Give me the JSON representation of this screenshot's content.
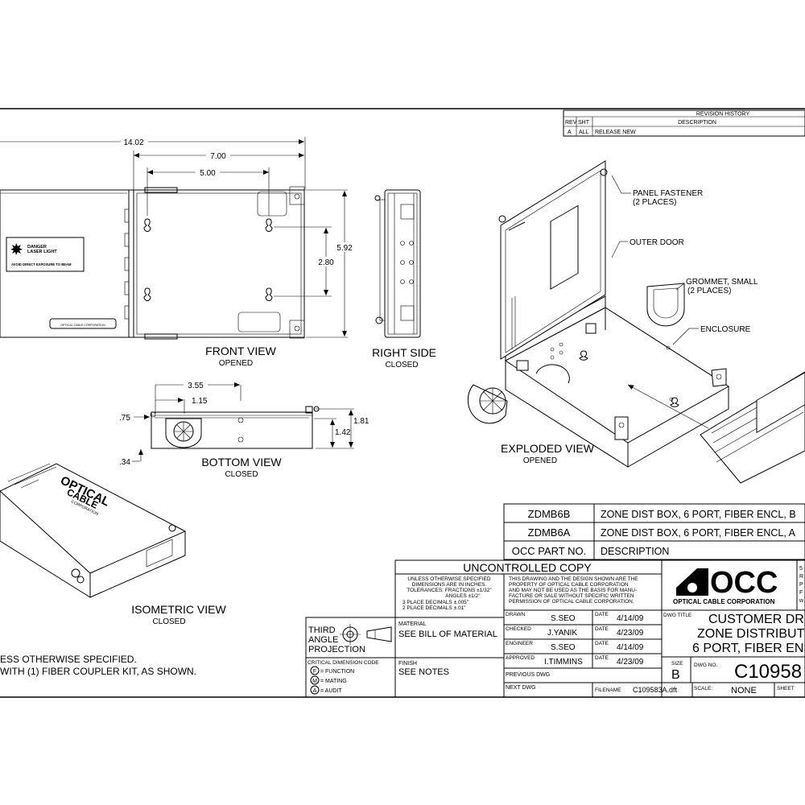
{
  "revision": {
    "title": "REVISION HISTORY",
    "col_rev": "REV",
    "col_sht": "SHT",
    "col_desc": "DESCRIPTION",
    "rows": [
      {
        "rev": "A",
        "sht": "ALL",
        "desc": "RELEASE NEW"
      }
    ]
  },
  "dims": {
    "d1402": "14.02",
    "d700": "7.00",
    "d500": "5.00",
    "d592": "5.92",
    "d280": "2.80",
    "d355": "3.55",
    "d115": "1.15",
    "d075": ".75",
    "d181": "1.81",
    "d142": "1.42",
    "d034": ".34"
  },
  "views": {
    "front": "FRONT VIEW",
    "front_sub": "OPENED",
    "right": "RIGHT SIDE",
    "right_sub": "CLOSED",
    "bottom": "BOTTOM VIEW",
    "bottom_sub": "CLOSED",
    "exploded": "EXPLODED VIEW",
    "exploded_sub": "OPENED",
    "iso": "ISOMETRIC VIEW",
    "iso_sub": "CLOSED"
  },
  "label": {
    "danger1": "DANGER",
    "danger2": "LASER LIGHT",
    "warning": "AVOID DIRECT EXPOSURE TO BEAM",
    "small_plate": "OPTICAL CABLE CORPORATION"
  },
  "callouts": {
    "panel1": "PANEL FASTENER",
    "panel2": "(2 PLACES)",
    "outer_door": "OUTER DOOR",
    "grommet1": "GROMMET, SMALL",
    "grommet2": "(2 PLACES)",
    "enclosure": "ENCLOSURE"
  },
  "iso_logo": {
    "line1": "OPTICAL",
    "line2": "CABLE",
    "line3": "CORPORATION"
  },
  "notes": {
    "n1": "ESS OTHERWISE SPECIFIED.",
    "n2": "WITH (1) FIBER COUPLER KIT, AS SHOWN."
  },
  "parts": {
    "rows": [
      {
        "pn": "ZDMB6B",
        "desc": "ZONE DIST BOX, 6 PORT, FIBER ENCL, B"
      },
      {
        "pn": "ZDMB6A",
        "desc": "ZONE DIST BOX, 6 PORT, FIBER ENCL, A"
      },
      {
        "pn": "OCC PART NO.",
        "desc": "DESCRIPTION"
      }
    ]
  },
  "title_block": {
    "uncontrolled": "UNCONTROLLED COPY",
    "tol": [
      "UNLESS OTHERWISE SPECIFIED",
      "DIMENSIONS ARE IN INCHES.",
      "TOLERANCES: FRACTIONS ±1/32\"",
      "ANGLES ±1/2°",
      "3 PLACE DECIMALS ±.005\"",
      "2 PLACE DECIMALS ±.01\""
    ],
    "prop": [
      "THIS DRAWING AND THE DESIGN SHOWN ARE THE",
      "PROPERTY OF OPTICAL CABLE CORPORATION",
      "AND MAY NOT BE USED AS THE BASIS FOR MANU-",
      "FACTURE OR SALE WITHOUT SPECIFIC WRITTEN",
      "PERMISSION OF OPTICAL CABLE CORPORATION."
    ],
    "third": "THIRD",
    "angle": "ANGLE",
    "projection": "PROJECTION",
    "material_label": "MATERIAL",
    "material": "SEE BILL OF MATERIAL",
    "finish_label": "FINISH",
    "finish": "SEE NOTES",
    "crit": "CRITICAL DIMENSION CODE",
    "crit_f": "= FUNCTION",
    "crit_m": "= MATING",
    "crit_a": "= AUDIT",
    "sigs": [
      {
        "role": "DRAWN",
        "name": "S.SEO",
        "date_label": "DATE",
        "date": "4/14/09"
      },
      {
        "role": "CHECKED",
        "name": "J.YANIK",
        "date_label": "DATE",
        "date": "4/23/09"
      },
      {
        "role": "ENGINEER",
        "name": "S.SEO",
        "date_label": "DATE",
        "date": "4/14/09"
      },
      {
        "role": "APPROVED",
        "name": "I.TIMMINS",
        "date_label": "DATE",
        "date": "4/23/09"
      }
    ],
    "prev_dwg": "PREVIOUS DWG",
    "next_dwg": "NEXT DWG",
    "filename_label": "FILENAME",
    "filename": "C109583A.dft",
    "logo": "OCC",
    "logo_sub": "OPTICAL CABLE CORPORATION",
    "addr": [
      "5",
      "R",
      "P",
      "F",
      "w"
    ],
    "dwg_title_label": "DWG TITLE",
    "dwg_title": [
      "CUSTOMER DR",
      "ZONE DISTRIBUT",
      "6 PORT, FIBER EN"
    ],
    "size_label": "SIZE",
    "size": "B",
    "dwg_no_label": "DWG NO.",
    "dwg_no": "C10958",
    "scale_label": "SCALE:",
    "scale": "NONE",
    "sheet_label": "SHEET"
  },
  "colors": {
    "ink": "#000000",
    "paper": "#ffffff"
  }
}
